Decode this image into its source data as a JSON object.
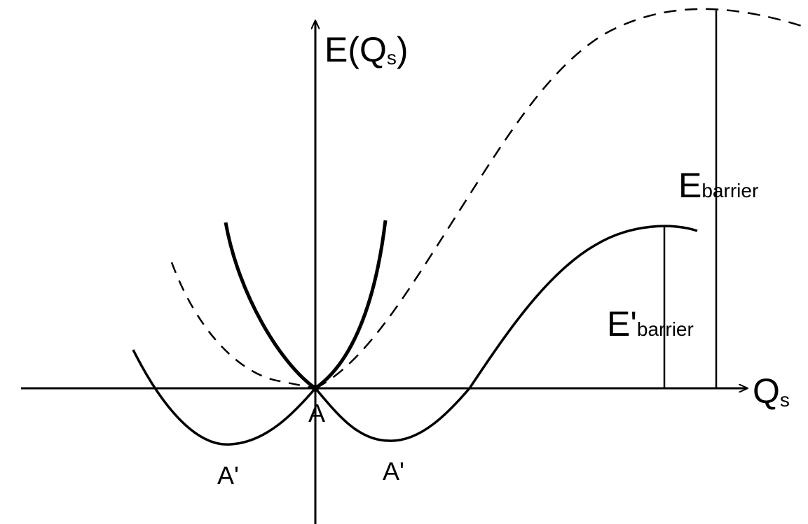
{
  "diagram": {
    "y_axis_label": {
      "main": "E(Q",
      "sub": "s",
      "close": ")"
    },
    "x_axis_label": {
      "main": "Q",
      "sub": "s"
    },
    "origin_label": "A",
    "minima_labels": [
      "A'",
      "A'"
    ],
    "barrier_label": {
      "main": "E",
      "sub": "barrier"
    },
    "barrier_prime_label": {
      "main": "E'",
      "sub": "barrier"
    },
    "colors": {
      "ink": "#000000",
      "background": "#ffffff"
    }
  }
}
